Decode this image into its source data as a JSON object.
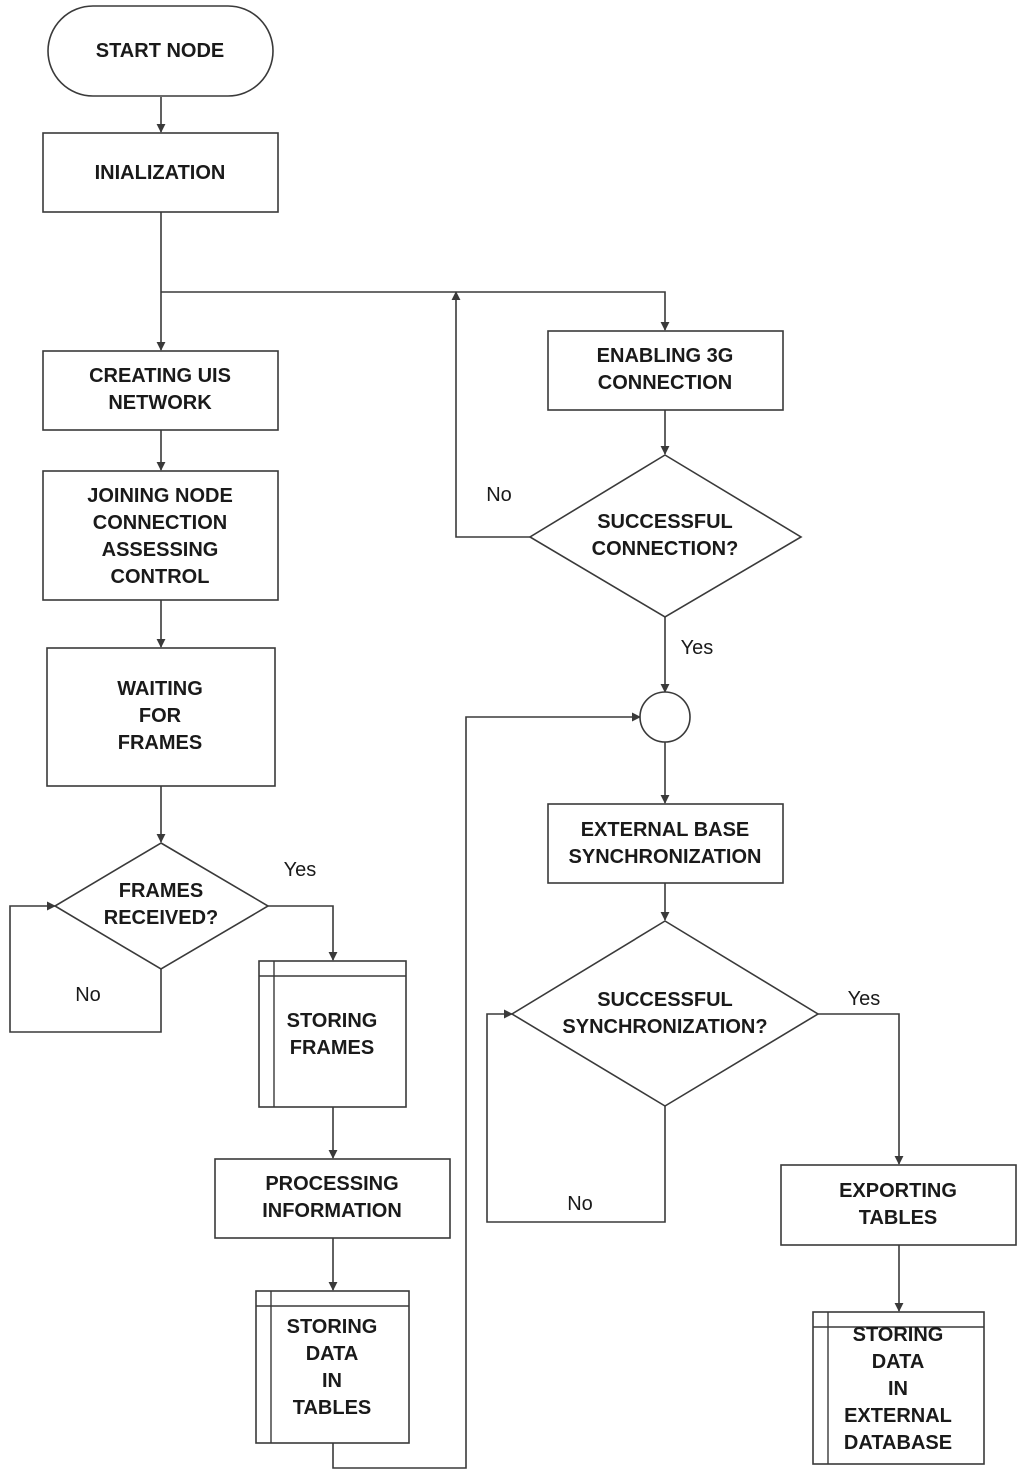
{
  "nodes": {
    "start": "START NODE",
    "init": "INIALIZATION",
    "creating": [
      "CREATING UIS",
      "NETWORK"
    ],
    "joining": [
      "JOINING NODE",
      "CONNECTION",
      "ASSESSING",
      "CONTROL"
    ],
    "waiting": [
      "WAITING",
      "FOR",
      "FRAMES"
    ],
    "frames_received": [
      "FRAMES",
      "RECEIVED?"
    ],
    "storing_frames": [
      "STORING",
      "FRAMES"
    ],
    "processing": [
      "PROCESSING",
      "INFORMATION"
    ],
    "storing_tables": [
      "STORING",
      "DATA",
      "IN",
      "TABLES"
    ],
    "enabling": [
      "ENABLING 3G",
      "CONNECTION"
    ],
    "successful_connection": [
      "SUCCESSFUL",
      "CONNECTION?"
    ],
    "external_sync": [
      "EXTERNAL BASE",
      "SYNCHRONIZATION"
    ],
    "successful_sync": [
      "SUCCESSFUL",
      "SYNCHRONIZATION?"
    ],
    "exporting": [
      "EXPORTING",
      "TABLES"
    ],
    "storing_external": [
      "STORING",
      "DATA",
      "IN",
      "EXTERNAL",
      "DATABASE"
    ]
  },
  "edges": {
    "frames_yes": "Yes",
    "frames_no": "No",
    "conn_no": "No",
    "conn_yes": "Yes",
    "sync_yes": "Yes",
    "sync_no": "No"
  }
}
